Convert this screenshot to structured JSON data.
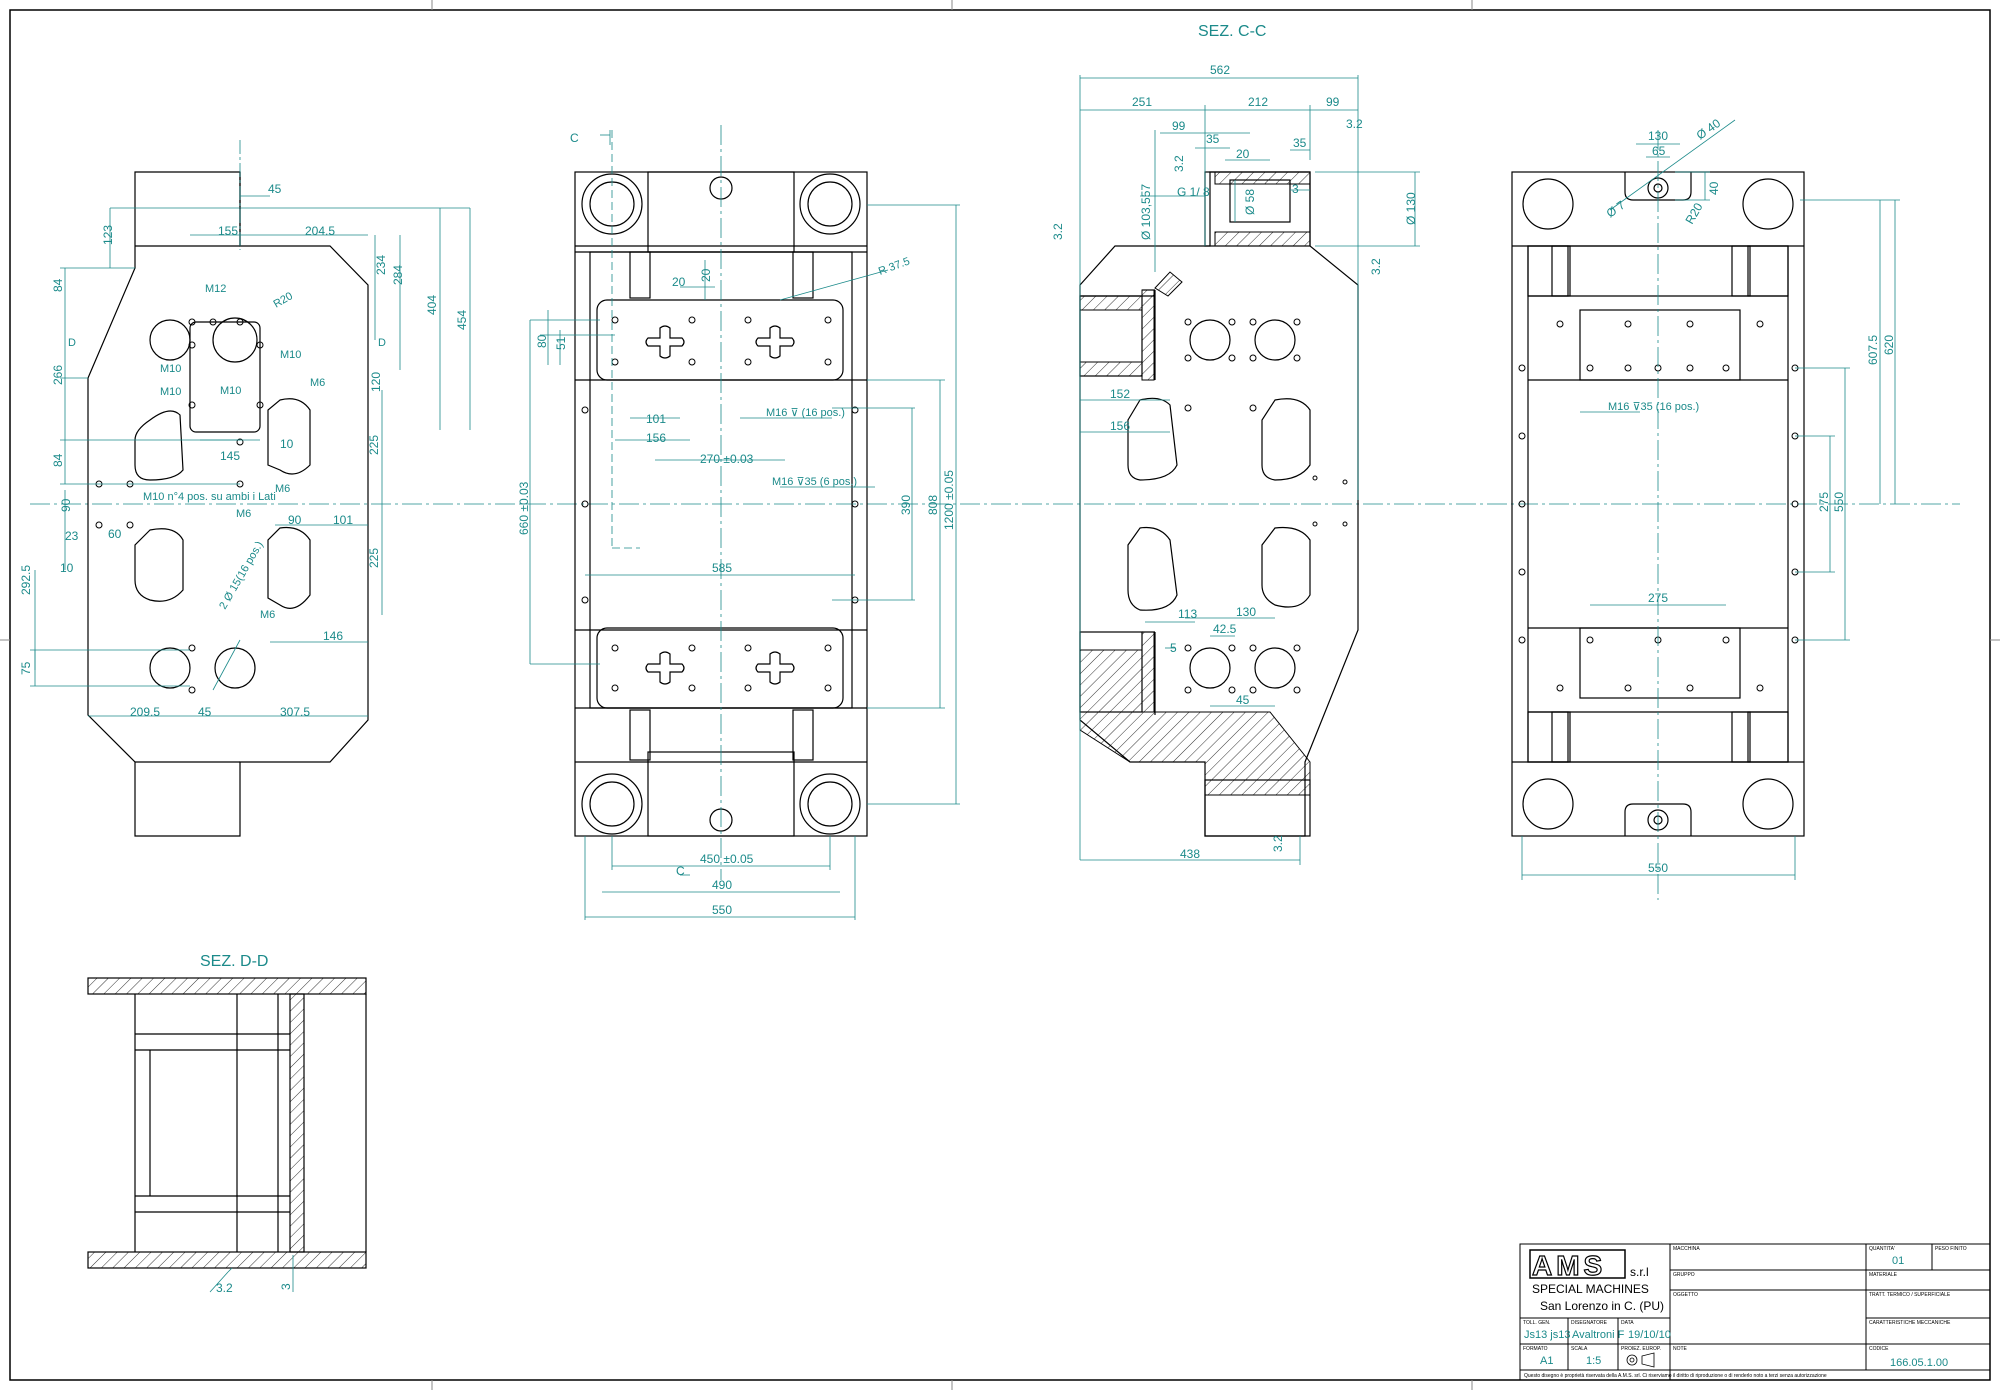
{
  "views": {
    "section_cc": "SEZ. C-C",
    "section_dd": "SEZ. D-D",
    "cut_marker": "C",
    "cut_marker_d": "D"
  },
  "dims": {
    "left": [
      "45",
      "155",
      "204.5",
      "123",
      "84",
      "266",
      "84",
      "90",
      "23",
      "10",
      "292.5",
      "75",
      "209.5",
      "45",
      "307.5",
      "234",
      "284",
      "404",
      "454",
      "120",
      "225",
      "225",
      "101",
      "90",
      "146",
      "145",
      "10",
      "60"
    ],
    "left_labels": [
      "M12",
      "R20",
      "M10",
      "M10",
      "M10",
      "M10",
      "M6",
      "M10 n°4 pos. su ambi i Lati",
      "M6",
      "M6",
      "M6",
      "2 Ø 15(16 pos.)"
    ],
    "front": [
      "20",
      "20",
      "R 37.5",
      "80",
      "51",
      "101",
      "156",
      "270 ±0.03",
      "M16 ⊽ (16 pos.)",
      "M16 ⊽35 (6 pos.)",
      "660 ±0.03",
      "585",
      "390",
      "808",
      "1200 ±0.05",
      "450 ±0.05",
      "490",
      "550"
    ],
    "section": [
      "562",
      "251",
      "212",
      "99",
      "99",
      "35",
      "20",
      "35",
      "3.2",
      "3.2",
      "G 1/ 8",
      "Ø 58",
      "Ø 130",
      "Ø 103,557",
      "3",
      "152",
      "156",
      "113",
      "130",
      "42.5",
      "5",
      "45",
      "438",
      "3.2",
      "3.2",
      "3.2"
    ],
    "right": [
      "130",
      "65",
      "Ø 40",
      "40",
      "Ø 7",
      "R20",
      "M16 ⊽35 (16 pos.)",
      "607.5",
      "620",
      "275",
      "550",
      "275",
      "550"
    ],
    "dd": [
      "3.2",
      "3"
    ]
  },
  "title_block": {
    "logo": "AMS",
    "logo_suffix": "s.r.l",
    "company": "SPECIAL MACHINES",
    "location": "San Lorenzo in C. (PU)",
    "toll_gen_label": "TOLL. GEN.",
    "toll_gen_values": "Js13  js13",
    "designer_label": "DISEGNATORE",
    "designer": "Avaltroni F",
    "date_label": "DATA",
    "date": "19/10/10",
    "format_label": "FORMATO",
    "format": "A1",
    "scale_label": "SCALA",
    "scale": "1:5",
    "projection_label": "PROIEZ. EUROP.",
    "machine_label": "MACCHINA",
    "group_label": "GRUPPO",
    "subject_label": "OGGETTO",
    "note_label": "NOTE",
    "quantity_label": "QUANTITA'",
    "quantity": "01",
    "finished_weight_label": "PESO FINITO",
    "material_label": "MATERIALE",
    "treatment_label": "TRATT. TERMICO / SUPERFICIALE",
    "mech_label": "CARATTERISTICHE MECCANICHE",
    "code_label": "CODICE",
    "code": "166.05.1.00",
    "disclaimer": "Questo disegno è proprietà riservata della A.M.S. srl. Ci riserviamo il diritto di riproduzione o di renderlo noto a terzi senza autorizzazione"
  }
}
